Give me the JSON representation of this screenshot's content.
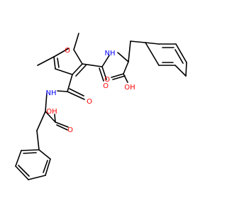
{
  "labels": {
    "ring_oxygen": "O",
    "amide_nh_top": "NH",
    "amide_o_top": "O",
    "acid_oh_top": "OH",
    "acid_o_top": "O",
    "amide_nh_bottom": "NH",
    "amide_o_bottom": "O",
    "acid_oh_bottom": "OH",
    "acid_o_bottom": "O"
  },
  "colors": {
    "bond": "#000000",
    "oxygen": "#ff0000",
    "nitrogen": "#0000ff",
    "background": "#ffffff"
  }
}
